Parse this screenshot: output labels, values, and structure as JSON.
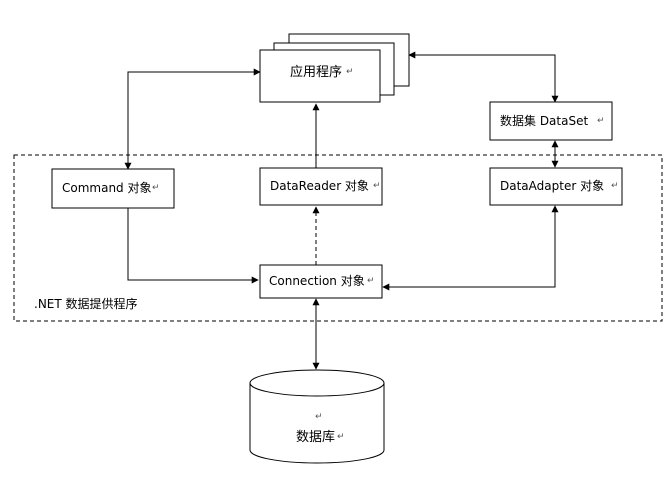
{
  "diagram": {
    "nodes": {
      "app": {
        "label": "应用程序"
      },
      "dataset": {
        "label": "数据集 DataSet"
      },
      "command": {
        "label": "Command 对象"
      },
      "datareader": {
        "label": "DataReader 对象"
      },
      "dataadapter": {
        "label": "DataAdapter 对象"
      },
      "connection": {
        "label": "Connection 对象"
      },
      "database": {
        "label": "数据库"
      }
    },
    "provider_region": {
      "label": ".NET 数据提供程序"
    },
    "return_mark": "↵"
  }
}
